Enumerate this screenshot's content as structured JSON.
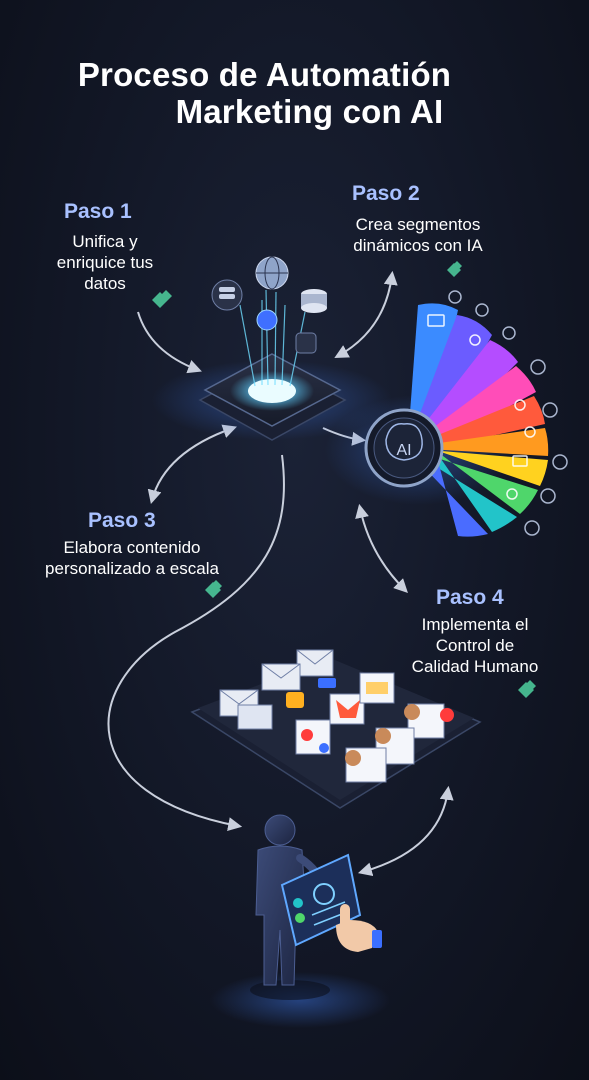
{
  "title": {
    "line1": "Proceso de Automatión",
    "line2": "Marketing con AI"
  },
  "steps": [
    {
      "label": "Paso 1",
      "desc_lines": [
        "Unifica y",
        "enriquice tus",
        "datos"
      ]
    },
    {
      "label": "Paso 2",
      "desc_lines": [
        "Crea segmentos",
        "dinámicos con IA"
      ]
    },
    {
      "label": "Paso 3",
      "desc_lines": [
        "Elabora contenido",
        "personalizado a escala"
      ]
    },
    {
      "label": "Paso 4",
      "desc_lines": [
        "Implementa el",
        "Control de",
        "Calidad Humano"
      ]
    }
  ],
  "ai_hub": {
    "label": "AI"
  },
  "colors": {
    "accent_blue": "#a9c1ff",
    "glow": "#5fd0ff",
    "icon_green": "#4fd1a0",
    "fan": [
      "#3b8bff",
      "#6b5cff",
      "#b44dff",
      "#ff4db8",
      "#ff5a3c",
      "#ff9a1f",
      "#ffd21f",
      "#4fd66b",
      "#22c4c9",
      "#4a6cff"
    ]
  },
  "icons": [
    "database-icon",
    "globe-icon",
    "email-icon",
    "chat-icon",
    "chart-icon",
    "hand-pointer-icon",
    "person-icon"
  ]
}
